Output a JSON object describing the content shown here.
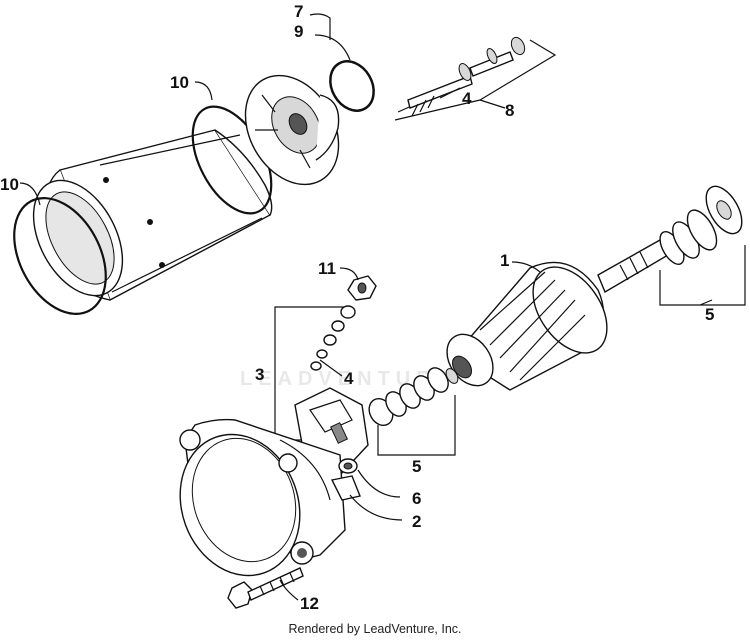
{
  "callouts": {
    "c1": "1",
    "c2": "2",
    "c3": "3",
    "c4_top": "4",
    "c4_mid": "4",
    "c5_right": "5",
    "c5_bottom": "5",
    "c6": "6",
    "c7": "7",
    "c8": "8",
    "c9": "9",
    "c10_left": "10",
    "c10_top": "10",
    "c11": "11",
    "c12": "12"
  },
  "watermark_text": "LEADVENTURE",
  "footer": "Rendered by LeadVenture, Inc."
}
